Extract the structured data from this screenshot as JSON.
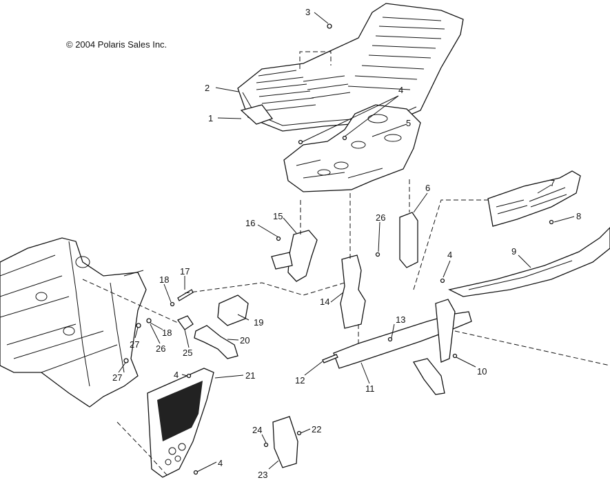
{
  "copyright": "© 2004 Polaris Sales Inc.",
  "callouts": [
    {
      "id": "c3",
      "label": "3",
      "part": "screw"
    },
    {
      "id": "c2",
      "label": "2",
      "part": "front-rack"
    },
    {
      "id": "c1",
      "label": "1",
      "part": "rack-pad"
    },
    {
      "id": "c4a",
      "label": "4",
      "part": "fastener"
    },
    {
      "id": "c5",
      "label": "5",
      "part": "rack-support-plate"
    },
    {
      "id": "c6",
      "label": "6",
      "part": "bracket"
    },
    {
      "id": "c7",
      "label": "7",
      "part": "bumper-plate"
    },
    {
      "id": "c8",
      "label": "8",
      "part": "screw"
    },
    {
      "id": "c9",
      "label": "9",
      "part": "bumper-bar"
    },
    {
      "id": "c4b",
      "label": "4",
      "part": "fastener"
    },
    {
      "id": "c16",
      "label": "16",
      "part": "bolt"
    },
    {
      "id": "c15",
      "label": "15",
      "part": "mount-bracket"
    },
    {
      "id": "c26a",
      "label": "26",
      "part": "rivet"
    },
    {
      "id": "c14",
      "label": "14",
      "part": "support-post"
    },
    {
      "id": "c17",
      "label": "17",
      "part": "bolt"
    },
    {
      "id": "c18a",
      "label": "18",
      "part": "washer"
    },
    {
      "id": "c18b",
      "label": "18",
      "part": "washer"
    },
    {
      "id": "c19",
      "label": "19",
      "part": "clamp-block"
    },
    {
      "id": "c13",
      "label": "13",
      "part": "rivet"
    },
    {
      "id": "c27a",
      "label": "27",
      "part": "clip"
    },
    {
      "id": "c26b",
      "label": "26",
      "part": "rivet"
    },
    {
      "id": "c25",
      "label": "25",
      "part": "spacer"
    },
    {
      "id": "c20",
      "label": "20",
      "part": "brace"
    },
    {
      "id": "c10",
      "label": "10",
      "part": "bumper-mount"
    },
    {
      "id": "c12",
      "label": "12",
      "part": "bolt"
    },
    {
      "id": "c11",
      "label": "11",
      "part": "bumper-arm"
    },
    {
      "id": "c27b",
      "label": "27",
      "part": "clip"
    },
    {
      "id": "c4c",
      "label": "4",
      "part": "fastener"
    },
    {
      "id": "c21",
      "label": "21",
      "part": "grille-guard"
    },
    {
      "id": "c24",
      "label": "24",
      "part": "screw"
    },
    {
      "id": "c22",
      "label": "22",
      "part": "nut"
    },
    {
      "id": "c4d",
      "label": "4",
      "part": "fastener"
    },
    {
      "id": "c23",
      "label": "23",
      "part": "skid-plate"
    }
  ]
}
